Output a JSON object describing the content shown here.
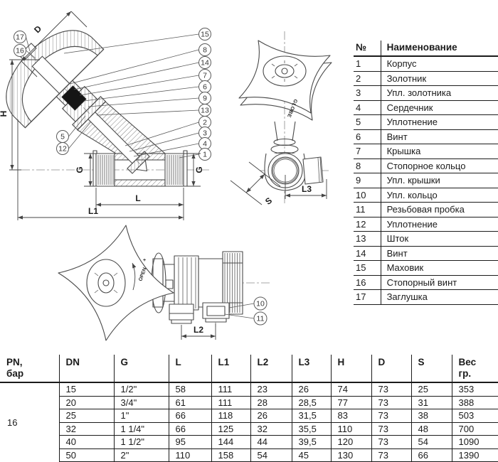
{
  "page": {
    "bg": "#ffffff"
  },
  "parts_table": {
    "header": {
      "num": "№",
      "name": "Наименование"
    },
    "rows": [
      {
        "num": "1",
        "name": "Корпус"
      },
      {
        "num": "2",
        "name": "Золотник"
      },
      {
        "num": "3",
        "name": "Упл. золотника"
      },
      {
        "num": "4",
        "name": "Сердечник"
      },
      {
        "num": "5",
        "name": "Уплотнение"
      },
      {
        "num": "6",
        "name": "Винт"
      },
      {
        "num": "7",
        "name": "Крышка"
      },
      {
        "num": "8",
        "name": "Стопорное кольцо"
      },
      {
        "num": "9",
        "name": "Упл. крышки"
      },
      {
        "num": "10",
        "name": "Упл. кольцо"
      },
      {
        "num": "11",
        "name": "Резьбовая пробка"
      },
      {
        "num": "12",
        "name": "Уплотнение"
      },
      {
        "num": "13",
        "name": "Шток"
      },
      {
        "num": "14",
        "name": "Винт"
      },
      {
        "num": "15",
        "name": "Маховик"
      },
      {
        "num": "16",
        "name": "Стопорный винт"
      },
      {
        "num": "17",
        "name": "Заглушка"
      }
    ]
  },
  "dim_table": {
    "pn_header": [
      "PN,",
      "бар"
    ],
    "pn_value": "16",
    "headers": [
      "DN",
      "G",
      "L",
      "L1",
      "L2",
      "L3",
      "H",
      "D",
      "S"
    ],
    "weight_header": [
      "Вес",
      "гр."
    ],
    "rows": [
      [
        "15",
        "1/2\"",
        "58",
        "111",
        "23",
        "26",
        "74",
        "73",
        "25",
        "353"
      ],
      [
        "20",
        "3/4\"",
        "61",
        "111",
        "28",
        "28,5",
        "77",
        "73",
        "31",
        "388"
      ],
      [
        "25",
        "1\"",
        "66",
        "118",
        "26",
        "31,5",
        "83",
        "73",
        "38",
        "503"
      ],
      [
        "32",
        "1 1/4\"",
        "66",
        "125",
        "32",
        "35,5",
        "110",
        "73",
        "48",
        "700"
      ],
      [
        "40",
        "1 1/2\"",
        "95",
        "144",
        "44",
        "39,5",
        "120",
        "73",
        "54",
        "1090"
      ],
      [
        "50",
        "2\"",
        "110",
        "158",
        "54",
        "45",
        "130",
        "73",
        "66",
        "1390"
      ]
    ]
  },
  "diagrams": {
    "section": {
      "callouts_right": [
        "15",
        "8",
        "14",
        "7",
        "6",
        "9",
        "13",
        "2",
        "3",
        "4",
        "1"
      ],
      "callouts_left": [
        "17",
        "16",
        "5",
        "12"
      ],
      "dims": {
        "d": "D",
        "h": "H",
        "g_left": "G",
        "g_right": "G",
        "l": "L",
        "l1": "L1"
      }
    },
    "top_view": {
      "dims": {
        "s": "S",
        "l3": "L3"
      },
      "wheel_brand": "GLOBE"
    },
    "side_view": {
      "callouts": [
        "10",
        "11"
      ],
      "dims": {
        "l2": "L2"
      },
      "open_label": "OPEN",
      "plus_label": "+"
    }
  }
}
